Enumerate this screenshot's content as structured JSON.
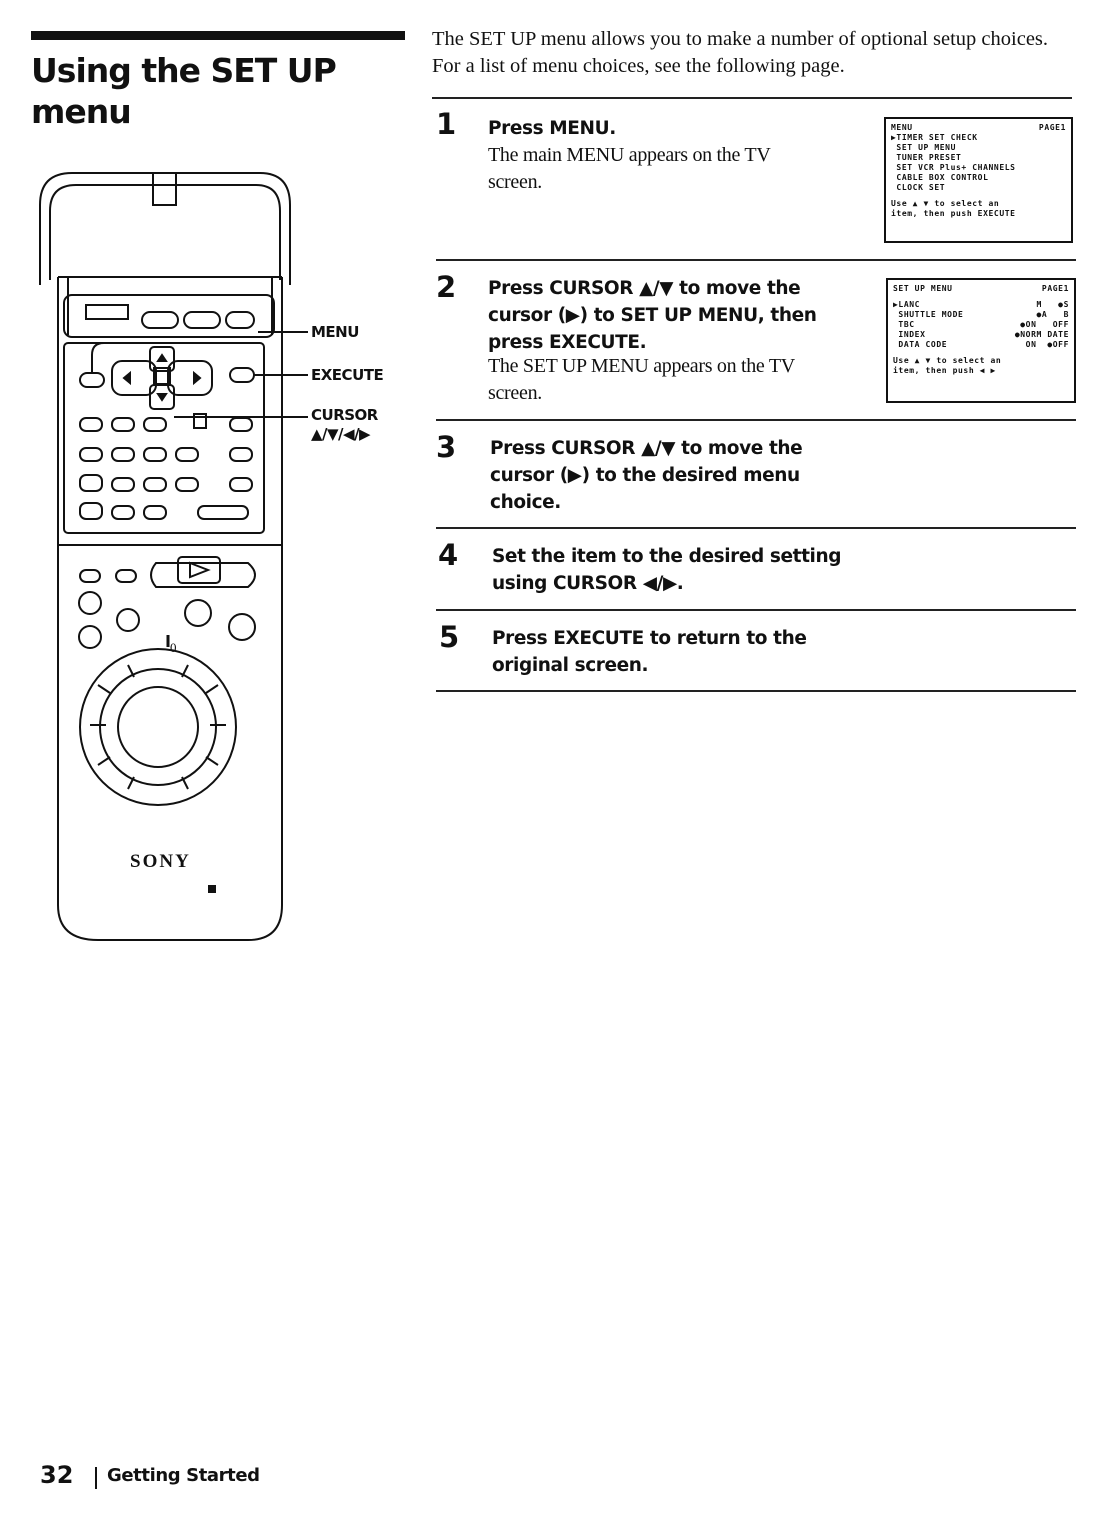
{
  "title": {
    "line1": "Using the SET UP",
    "line2": "menu"
  },
  "intro": "The SET UP menu allows you to make a number of optional setup choices. For a list of menu choices, see the following page.",
  "steps": [
    {
      "number": "1",
      "heading": "Press MENU.",
      "body": [
        "The main MENU appears on the TV",
        "screen."
      ]
    },
    {
      "number": "2",
      "heading": [
        "Press CURSOR ▲/▼ to move the",
        "cursor (▶) to SET UP MENU, then",
        "press EXECUTE."
      ],
      "body": [
        "The SET UP MENU appears on the TV",
        "screen."
      ]
    },
    {
      "number": "3",
      "heading": [
        "Press CURSOR ▲/▼ to move the",
        "cursor (▶) to the desired menu",
        "choice."
      ]
    },
    {
      "number": "4",
      "heading": [
        "Set the item to the desired setting",
        "using CURSOR ◀/▶."
      ]
    },
    {
      "number": "5",
      "heading": [
        "Press EXECUTE to return to the",
        "original screen."
      ]
    }
  ],
  "osd_main": {
    "title": "MENU",
    "page": "PAGE1",
    "items": [
      "▶TIMER SET CHECK",
      " SET UP MENU",
      " TUNER PRESET",
      " SET VCR Plus+ CHANNELS",
      " CABLE BOX CONTROL",
      " CLOCK SET"
    ],
    "hint": [
      "Use ▲ ▼ to select an",
      "item, then push EXECUTE"
    ]
  },
  "osd_setup": {
    "title": "SET UP MENU",
    "page": "PAGE1",
    "items": [
      [
        "▶LANC",
        "M   ●S"
      ],
      [
        " SHUTTLE MODE",
        "●A   B"
      ],
      [
        " TBC",
        "●ON   OFF"
      ],
      [
        " INDEX",
        "●NORM DATE"
      ],
      [
        " DATA CODE",
        "ON  ●OFF"
      ]
    ],
    "hint": [
      "Use ▲ ▼ to select an",
      "item, then push ◀ ▶"
    ]
  },
  "remote": {
    "brand": "SONY",
    "jog_label": "0",
    "callouts": {
      "menu": "MENU",
      "execute": "EXECUTE",
      "cursor_line1": "CURSOR",
      "cursor_line2": "▲/▼/◀/▶"
    }
  },
  "footer": {
    "page_number": "32",
    "section": "Getting Started"
  }
}
